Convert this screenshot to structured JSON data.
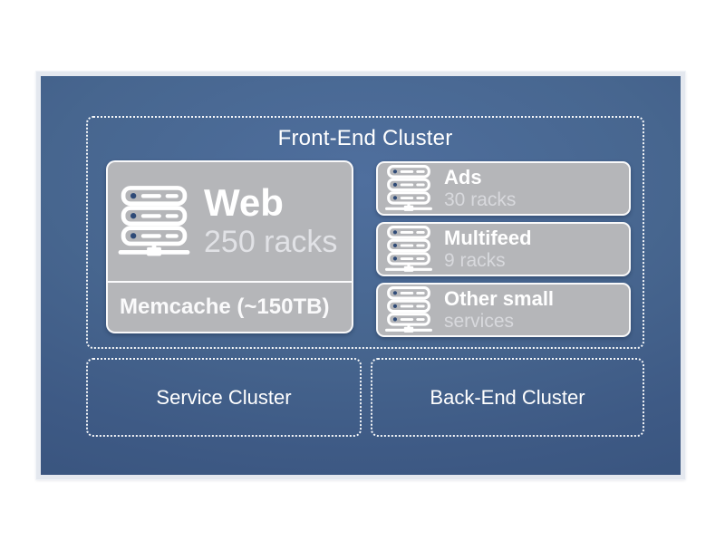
{
  "diagram": {
    "front_end": {
      "title": "Front-End Cluster",
      "web": {
        "name": "Web",
        "capacity": "250 racks"
      },
      "memcache": {
        "label": "Memcache (~150TB)"
      },
      "services": [
        {
          "name": "Ads",
          "detail": "30 racks"
        },
        {
          "name": "Multifeed",
          "detail": "9 racks"
        },
        {
          "name": "Other small",
          "detail": "services"
        }
      ]
    },
    "service_cluster": {
      "title": "Service Cluster"
    },
    "back_end_cluster": {
      "title": "Back-End Cluster"
    },
    "icons": {
      "server_rack": "server-rack-icon"
    },
    "colors": {
      "slide_blue_center": "#4f6f9e",
      "slide_blue_edge": "#37527c",
      "frame_light": "#e4e8ef",
      "panel_gray": "#b5b6b9",
      "dashed_border_white": "#ffffff",
      "server_dot_navy": "#2e4a77",
      "text_primary": "#ffffff",
      "text_secondary": "#d8d9dd"
    }
  }
}
